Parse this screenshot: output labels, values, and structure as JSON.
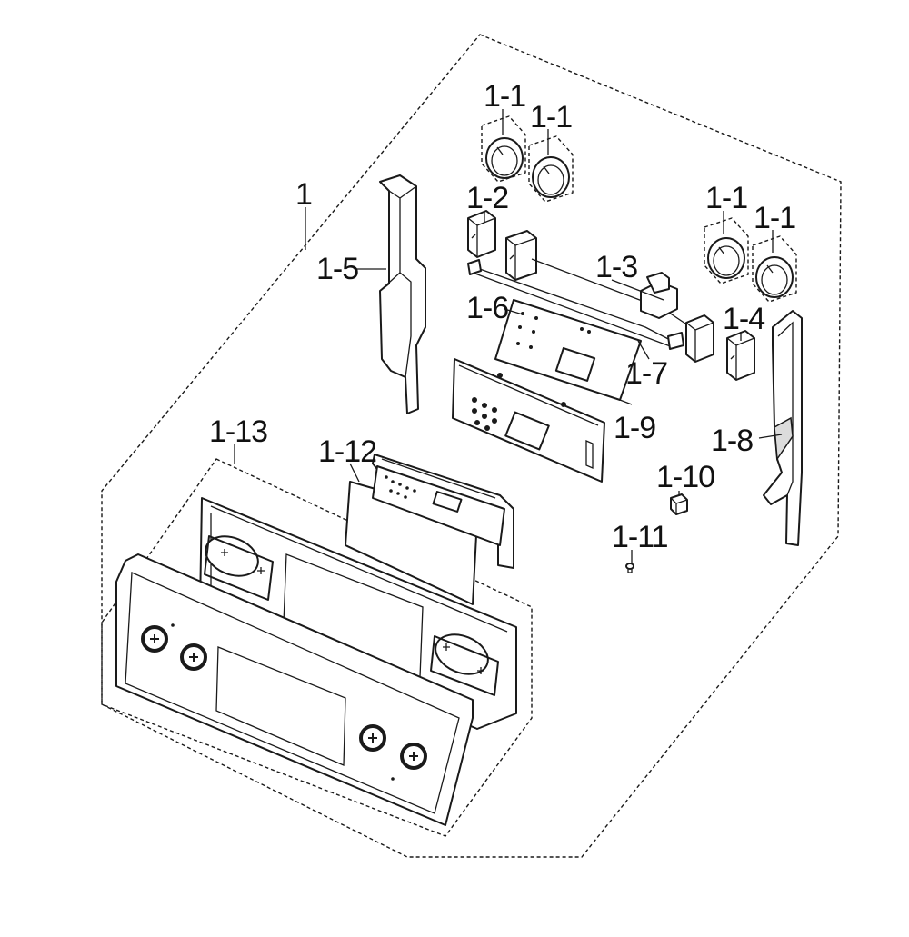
{
  "labels": {
    "main_assembly": "1",
    "knob_a": "1-1",
    "knob_b": "1-1",
    "knob_c": "1-1",
    "knob_d": "1-1",
    "switch_left": "1-2",
    "wire_harness": "1-3",
    "switch_right": "1-4",
    "bracket_left": "1-5",
    "pcb_sub": "1-6",
    "harness_lead": "1-7",
    "bracket_right": "1-8",
    "pcb_main": "1-9",
    "clip": "1-10",
    "screw": "1-11",
    "overlay_film": "1-12",
    "control_panel": "1-13"
  },
  "colors": {
    "line": "#1a1a1a",
    "background": "#ffffff"
  }
}
